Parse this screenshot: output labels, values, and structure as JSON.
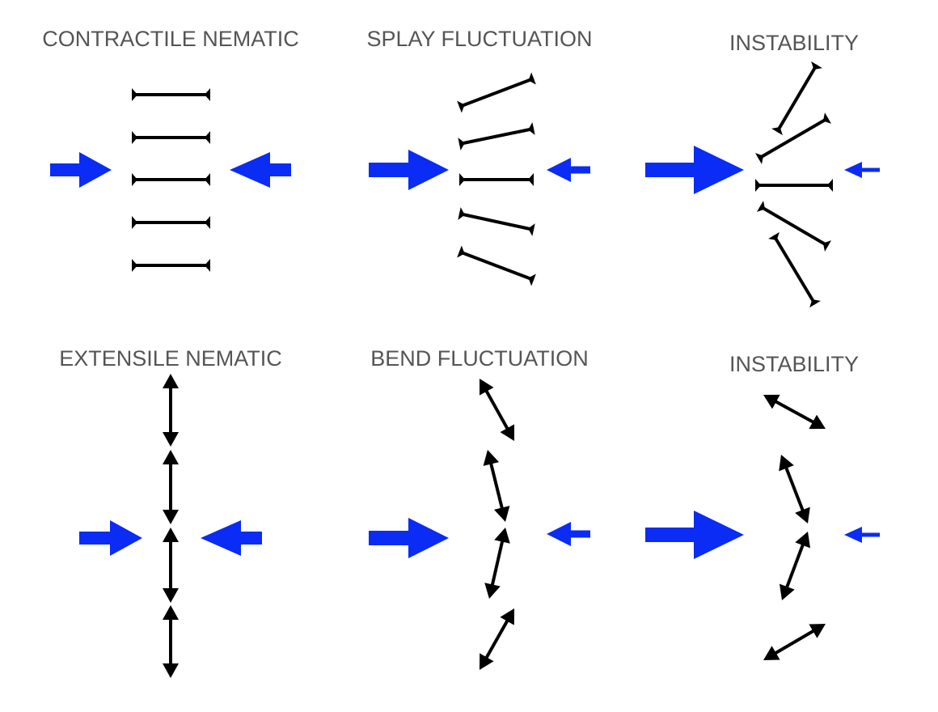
{
  "colors": {
    "force": "#0a2cf5",
    "rod": "#000000",
    "title": "#555555"
  },
  "panels": [
    {
      "id": "contractile-nematic",
      "title": "CONTRACTILE NEMATIC",
      "rod_type": "bar"
    },
    {
      "id": "splay-fluctuation",
      "title": "SPLAY FLUCTUATION",
      "rod_type": "bar"
    },
    {
      "id": "instability-top",
      "title": "INSTABILITY",
      "rod_type": "bar"
    },
    {
      "id": "extensile-nematic",
      "title": "EXTENSILE NEMATIC",
      "rod_type": "double-arrow"
    },
    {
      "id": "bend-fluctuation",
      "title": "BEND FLUCTUATION",
      "rod_type": "double-arrow"
    },
    {
      "id": "instability-bottom",
      "title": "INSTABILITY",
      "rod_type": "double-arrow"
    }
  ]
}
